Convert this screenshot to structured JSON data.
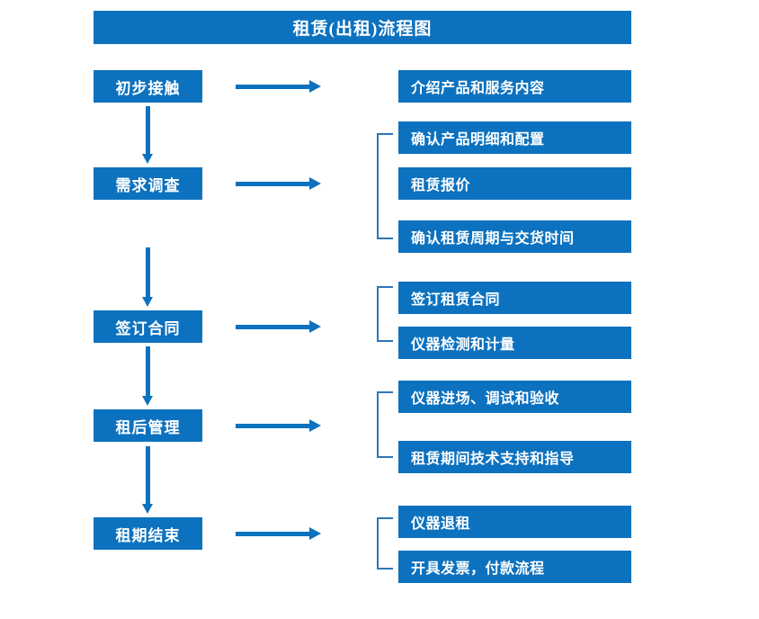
{
  "title": "租赁(出租)流程图",
  "colors": {
    "box_fill": "#0C72BF",
    "box_text": "#FFFFFF",
    "arrow": "#0C72BF",
    "bracket": "#2E75B6",
    "background": "#FFFFFF"
  },
  "stages": [
    {
      "label": "初步接触"
    },
    {
      "label": "需求调查"
    },
    {
      "label": "签订合同"
    },
    {
      "label": "租后管理"
    },
    {
      "label": "租期结束"
    }
  ],
  "details": [
    {
      "label": "介绍产品和服务内容"
    },
    {
      "label": "确认产品明细和配置"
    },
    {
      "label": "租赁报价"
    },
    {
      "label": "确认租赁周期与交货时间"
    },
    {
      "label": "签订租赁合同"
    },
    {
      "label": "仪器检测和计量"
    },
    {
      "label": "仪器进场、调试和验收"
    },
    {
      "label": "租赁期间技术支持和指导"
    },
    {
      "label": "仪器退租"
    },
    {
      "label": "开具发票，付款流程"
    }
  ]
}
